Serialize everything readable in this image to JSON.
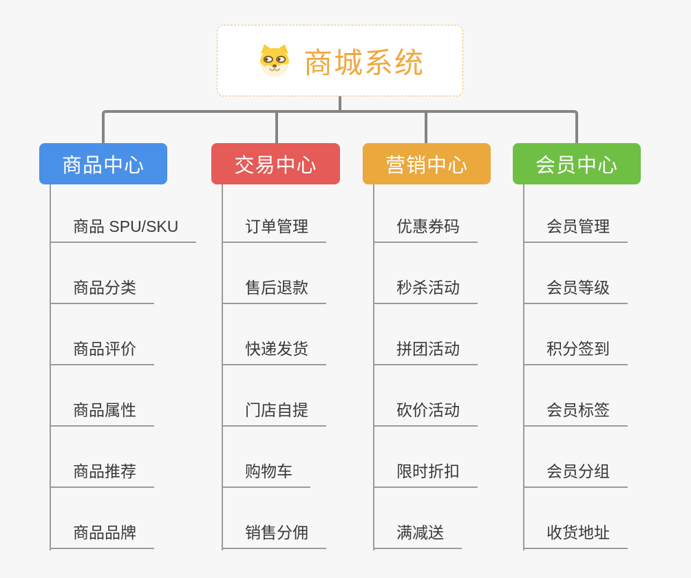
{
  "page": {
    "background_color": "#f7f7f8",
    "connector_color": "#848484",
    "branch_line_color": "#9a9a9a",
    "item_text_color": "#383838"
  },
  "root": {
    "title": "商城系统",
    "title_color": "#f0a840",
    "border_color": "#f2bd69",
    "icon": "shiba-dog-icon"
  },
  "branches": [
    {
      "label": "商品中心",
      "color": "#4a90e8",
      "items": [
        "商品 SPU/SKU",
        "商品分类",
        "商品评价",
        "商品属性",
        "商品推荐",
        "商品品牌"
      ]
    },
    {
      "label": "交易中心",
      "color": "#e45b57",
      "items": [
        "订单管理",
        "售后退款",
        "快递发货",
        "门店自提",
        "购物车",
        "销售分佣"
      ]
    },
    {
      "label": "营销中心",
      "color": "#eba83d",
      "items": [
        "优惠券码",
        "秒杀活动",
        "拼团活动",
        "砍价活动",
        "限时折扣",
        "满减送"
      ]
    },
    {
      "label": "会员中心",
      "color": "#6fbf44",
      "items": [
        "会员管理",
        "会员等级",
        "积分签到",
        "会员标签",
        "会员分组",
        "收货地址"
      ]
    }
  ]
}
